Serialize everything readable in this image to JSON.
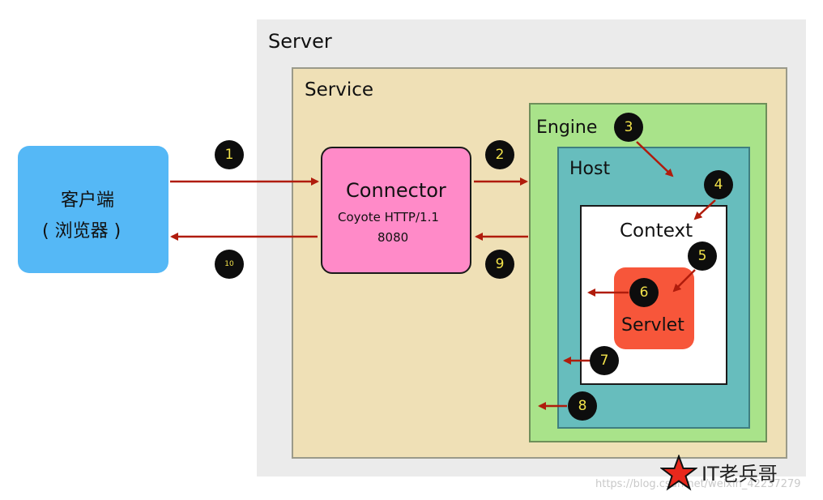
{
  "labels": {
    "server": "Server",
    "service": "Service",
    "engine": "Engine",
    "host": "Host",
    "context": "Context",
    "servlet": "Servlet",
    "client_line1": "客户端",
    "client_line2": "( 浏览器 )",
    "connector_title": "Connector",
    "connector_sub": "Coyote HTTP/1.1",
    "connector_port": "8080"
  },
  "steps": [
    "1",
    "2",
    "3",
    "4",
    "5",
    "6",
    "7",
    "8",
    "9",
    "10"
  ],
  "brand": "IT老兵哥",
  "watermark": "https://blog.csdn.net/weixin_42237279",
  "colors": {
    "server": "#ebebeb",
    "service": "#efe0b6",
    "engine": "#a9e38a",
    "host": "#67bdbd",
    "context": "#ffffff",
    "servlet": "#f7563a",
    "client": "#55b8f6",
    "connector": "#ff8ac8",
    "arrow": "#b01c0c",
    "badge": "#0d0d0d",
    "badge_text": "#f2e24a",
    "star": "#e8281c"
  }
}
